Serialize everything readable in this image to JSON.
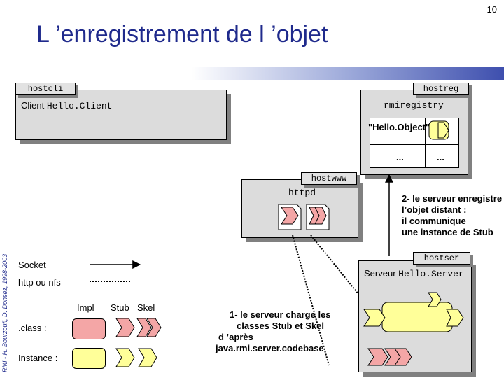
{
  "page_number": "10",
  "title": "L ’enregistrement de l ’objet",
  "credit": "RMI - H. Bourzoufi, D. Donsez, 1998-2003",
  "hosts": {
    "client": {
      "tab": "hostcli",
      "label_prefix": "Client ",
      "label_class": "Hello.Client"
    },
    "registry": {
      "tab": "hostreg",
      "process": "rmiregistry",
      "entry_name": "\"Hello.Object\"",
      "row2_col1": "...",
      "row2_col2": "..."
    },
    "web": {
      "tab": "hostwww",
      "process": "httpd"
    },
    "server": {
      "tab": "hostser",
      "label_prefix": "Serveur ",
      "label_class": "Hello.Server"
    }
  },
  "annotations": {
    "step2": [
      "2- le serveur enregistre",
      "l’objet distant :",
      "il communique",
      "une instance de Stub"
    ],
    "step1": [
      "1- le serveur charge les",
      "classes Stub et Skel",
      "d ’après",
      "java.rmi.server.codebase"
    ]
  },
  "legend": {
    "socket": "Socket",
    "http": "http ou nfs",
    "col_impl": "Impl",
    "col_stub": "Stub",
    "col_skel": "Skel",
    "row_class": ".class :",
    "row_instance": "Instance :"
  },
  "colors": {
    "title": "#1f2a8c",
    "class_fill": "#f4a6a6",
    "instance_fill": "#ffff99",
    "panel": "#dcdcdc",
    "shadow": "#808080"
  }
}
